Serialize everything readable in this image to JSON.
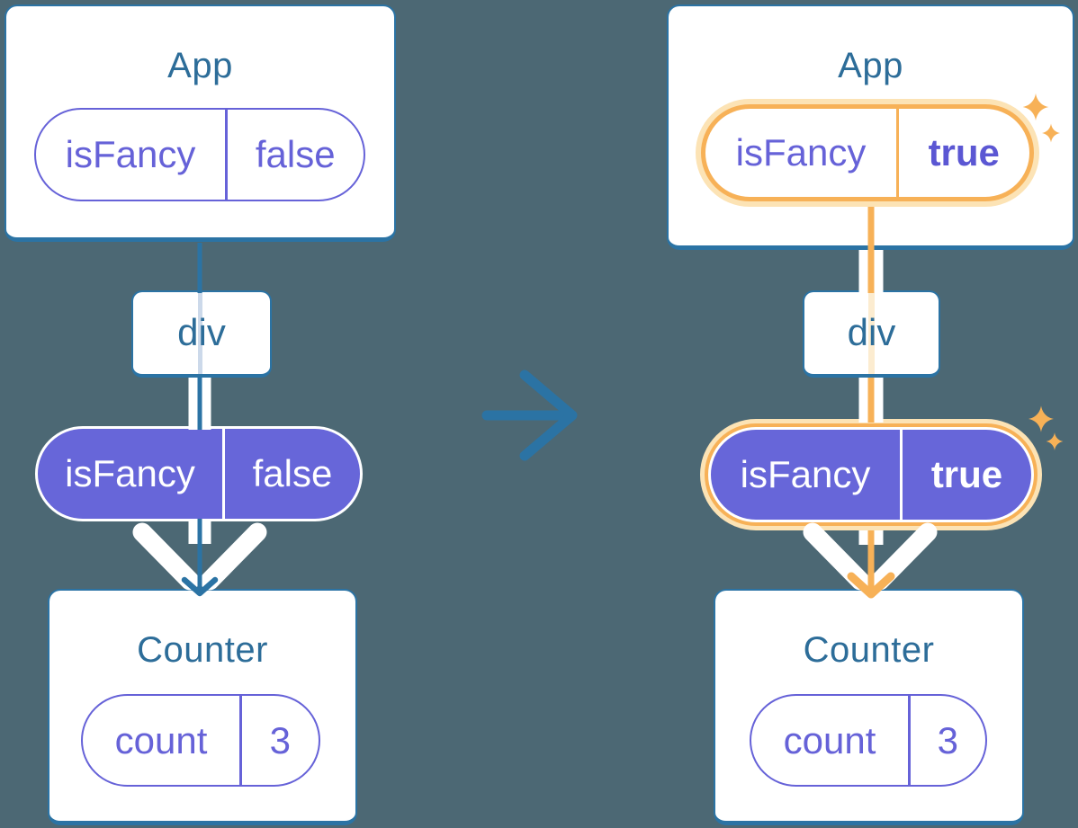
{
  "colors": {
    "bg": "#4c6874",
    "line": "#2b73a4",
    "title": "#2d6d99",
    "purple": "#6766d9",
    "purpleText": "#6662d8",
    "purpleBold": "#5b57d3",
    "orange": "#f7b157",
    "halo": "#fce3b5",
    "paleBlue": "#ccd9ea",
    "paleOrange": "#fcecd0"
  },
  "icons": {
    "transition": "arrow-right-icon",
    "highlight": "sparkle-icon",
    "flow": "arrowhead-down-icon"
  },
  "before": {
    "app_title": "App",
    "app_prop": {
      "name": "isFancy",
      "value": "false"
    },
    "div_label": "div",
    "passed_prop": {
      "name": "isFancy",
      "value": "false"
    },
    "counter_title": "Counter",
    "counter_state": {
      "name": "count",
      "value": "3"
    }
  },
  "after": {
    "app_title": "App",
    "app_prop": {
      "name": "isFancy",
      "value": "true"
    },
    "div_label": "div",
    "passed_prop": {
      "name": "isFancy",
      "value": "true"
    },
    "counter_title": "Counter",
    "counter_state": {
      "name": "count",
      "value": "3"
    }
  }
}
